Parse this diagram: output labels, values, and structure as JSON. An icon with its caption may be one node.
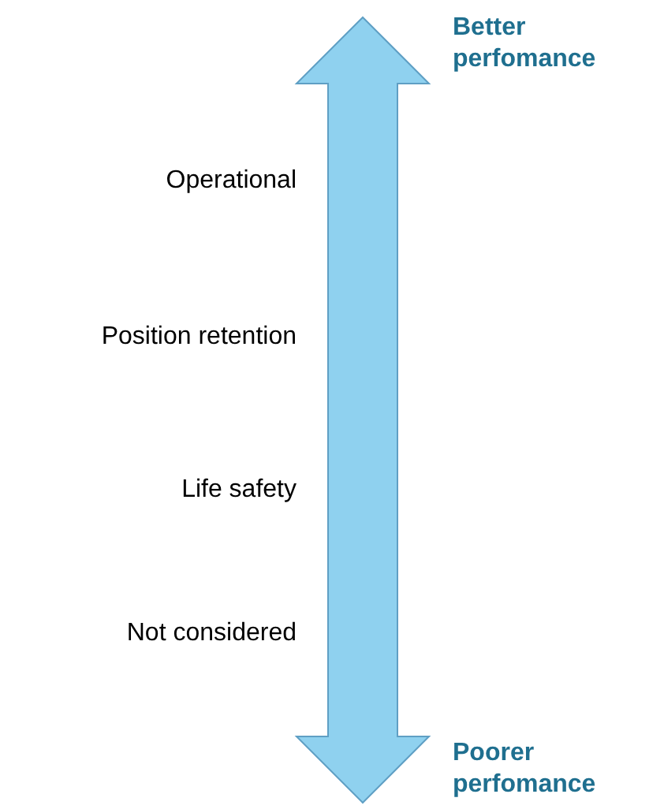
{
  "diagram": {
    "labels": [
      "Better perfomance",
      "Operational",
      "Position retention",
      "Life safety",
      "Not considered",
      "Poorer perfomance"
    ]
  }
}
